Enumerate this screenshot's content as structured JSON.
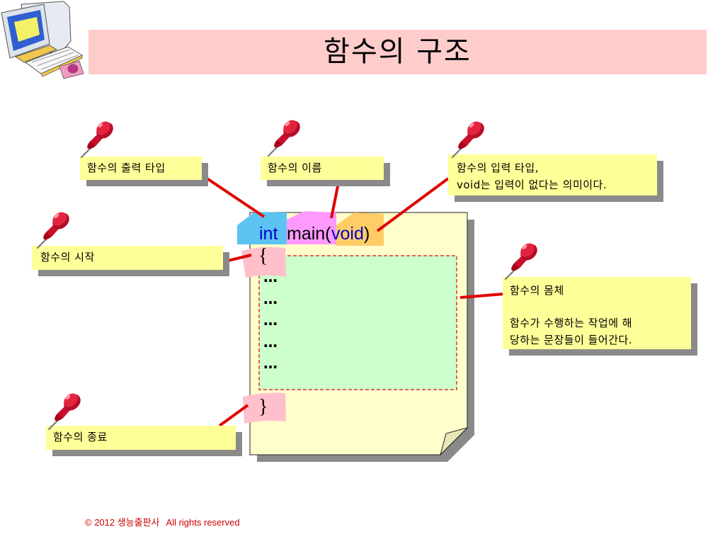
{
  "slide": {
    "title": "함수의 구조",
    "footer": {
      "copyright": "© 2012 생능출판사",
      "rights": "All rights reserved"
    }
  },
  "code": {
    "return_type": "int",
    "function_name": "main(",
    "parameter": "void",
    "close_paren": ")",
    "open_brace": "{",
    "body_lines": [
      "…",
      "…",
      "…",
      "…",
      "…"
    ],
    "close_brace": "}"
  },
  "callouts": {
    "return_type": {
      "lines": [
        "함수의 출력 타입"
      ]
    },
    "function_name": {
      "lines": [
        "함수의 이름"
      ]
    },
    "input_type": {
      "lines": [
        "함수의 입력 타입,",
        "void는 입력이 없다는 의미이다."
      ]
    },
    "start": {
      "lines": [
        "함수의 시작"
      ]
    },
    "body": {
      "heading": "함수의 몸체",
      "lines": [
        "함수가 수행하는 작업에 해",
        "당하는 문장들이 들어간다."
      ]
    },
    "end": {
      "lines": [
        "함수의 종료"
      ]
    }
  },
  "icons": {
    "clipart": "computer-icon",
    "pin": "pushpin-icon"
  },
  "colors": {
    "title_bar": "#FFCCCC",
    "note": "#FFFFCC",
    "callout": "#FFFF99",
    "connector": "#E00000",
    "keyword": "#0000CC",
    "body_area": "#CCFFCC",
    "footer_text": "#CC0000",
    "int_tag": "#5CC2F2",
    "name_tag": "#FF99FF",
    "param_tag": "#FFCC66",
    "brace_tag": "#FFC0CC"
  }
}
